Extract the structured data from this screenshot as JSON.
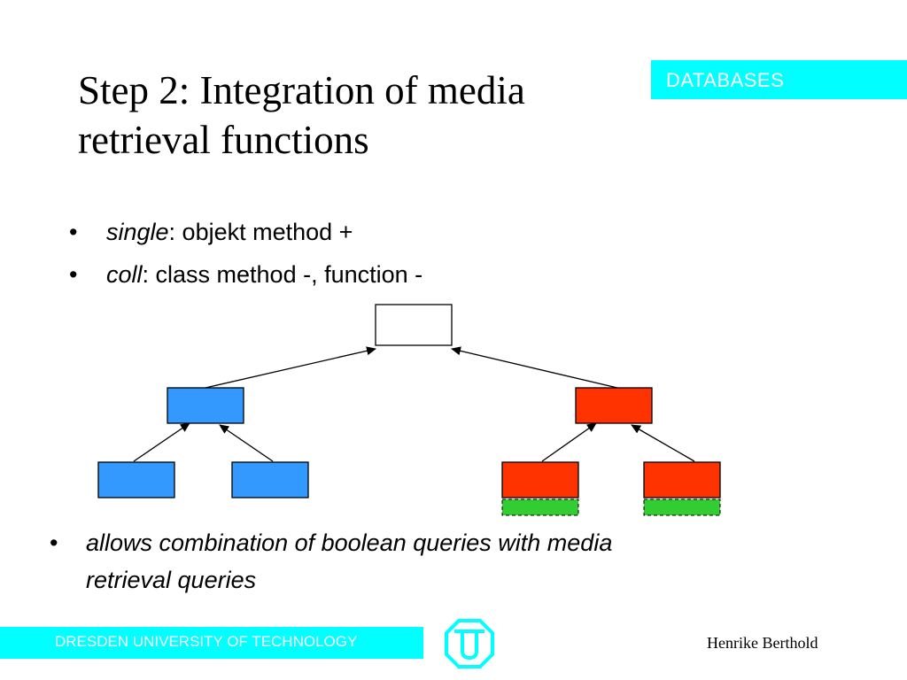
{
  "header": {
    "title_line1": "Step 2: Integration of media",
    "title_line2": "retrieval functions",
    "tag": "DATABASES"
  },
  "bullets": [
    {
      "em": "single",
      "rest": ": objekt method +"
    },
    {
      "em": "coll",
      "rest": ": class method -, function -"
    }
  ],
  "conclusion": {
    "line1": "allows combination of boolean queries with media",
    "line2": "retrieval queries"
  },
  "footer": {
    "university": "DRESDEN UNIVERSITY OF TECHNOLOGY",
    "author": "Henrike Berthold"
  },
  "colors": {
    "accent": "#00ffff",
    "blue_node": "#3399ff",
    "red_node": "#ff3300",
    "green_node": "#33cc33",
    "root_node": "#ffffff"
  }
}
